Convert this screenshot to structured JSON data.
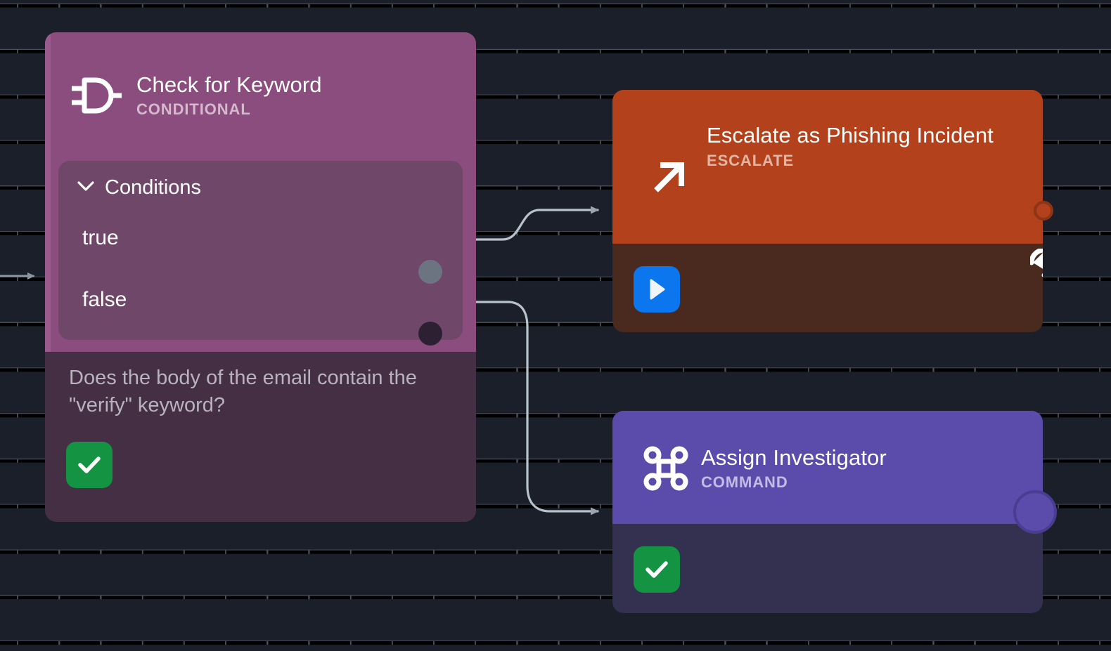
{
  "canvas": {
    "background_color": "#1b1f2a",
    "grid_dot_color": "#4b505c"
  },
  "nodes": [
    {
      "id": "conditional",
      "title": "Check for Keyword",
      "subtitle": "CONDITIONAL",
      "icon": "logic-gate-icon",
      "header_color": "#8a4d7d",
      "body_color": "#452f45",
      "panel": {
        "label": "Conditions",
        "collapse_icon": "chevron-down-icon",
        "rows": [
          {
            "label": "true",
            "handle_color": "#6d7481"
          },
          {
            "label": "false",
            "handle_color": "#2e2033"
          }
        ]
      },
      "description": "Does the body of the email contain the \"verify\" keyword?",
      "status": {
        "icon": "check-icon",
        "color": "#149342"
      }
    },
    {
      "id": "escalate",
      "title": "Escalate as Phishing Incident",
      "subtitle": "ESCALATE",
      "icon": "arrow-up-right-icon",
      "header_color": "#b3411b",
      "body_color": "#4a2a1f",
      "run": {
        "icon": "play-icon",
        "color": "#0b76ee"
      },
      "corner_icon": "loop-icon",
      "output_handle_color": "#b3411b"
    },
    {
      "id": "command",
      "title": "Assign Investigator",
      "subtitle": "COMMAND",
      "icon": "command-icon",
      "header_color": "#5b4cab",
      "body_color": "#343050",
      "status": {
        "icon": "check-icon",
        "color": "#149342"
      },
      "output_handle_color": "#5b4cab"
    }
  ],
  "edges": [
    {
      "id": "input-edge",
      "from": "canvas-left",
      "to": "conditional",
      "color": "#8c96a3"
    },
    {
      "id": "true-edge",
      "from": "conditional.true",
      "to": "escalate",
      "color": "#b8c2cc"
    },
    {
      "id": "false-edge",
      "from": "conditional.false",
      "to": "command",
      "color": "#b8c2cc"
    }
  ]
}
